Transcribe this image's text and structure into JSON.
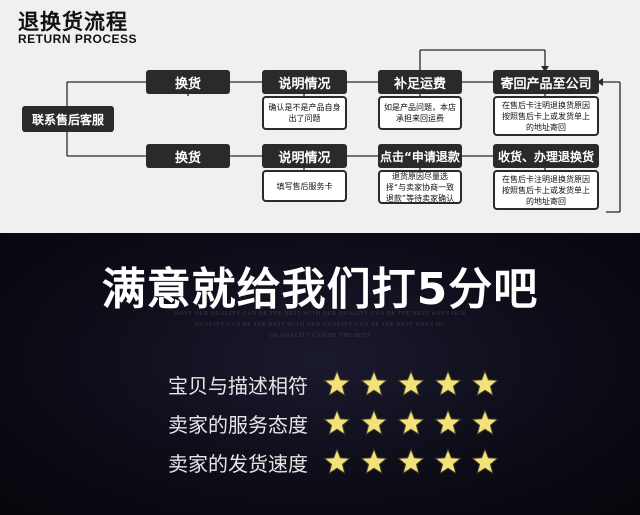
{
  "process": {
    "title_cn": "退换货流程",
    "title_en": "RETURN PROCESS",
    "contact": "联系售后客服",
    "exchange": {
      "step1": "换货",
      "step2": "说明情况",
      "step2_note": "确认是不是产品自身出了问题",
      "step3": "补足运费",
      "step3_note": "如是产品问题，本店承担来回运费",
      "step4": "寄回产品至公司",
      "step4_note": "在售后卡注明退换货原因按照售后卡上或发货单上的地址寄回"
    },
    "refund": {
      "step1": "换货",
      "step2": "说明情况",
      "step2_note": "填写售后服务卡",
      "step3": "点击“申请退款",
      "step3_note": "退货原因尽量选择“与卖家协商一致退款”等待卖家确认",
      "step4": "收货、办理退换货",
      "step4_note": "在售后卡注明退换货原因按照售后卡上或发货单上的地址寄回"
    }
  },
  "rating": {
    "headline": "满意就给我们打5分吧",
    "tagline_lines": [
      "WAYS OUR QUALITY CAN BE THE BEST WITH OUR QUALITY CAN BE THE BEST WAYS OUR",
      "QUALITY CAN BE THE BEST WITH OUR QUALITY CAN BE THE BEST WAYS OU",
      "UR QUALITY CAN BE THE BEST"
    ],
    "rows": [
      {
        "label": "宝贝与描述相符",
        "stars": 5
      },
      {
        "label": "卖家的服务态度",
        "stars": 5
      },
      {
        "label": "卖家的发货速度",
        "stars": 5
      }
    ],
    "star_color": "#f3e27a"
  }
}
